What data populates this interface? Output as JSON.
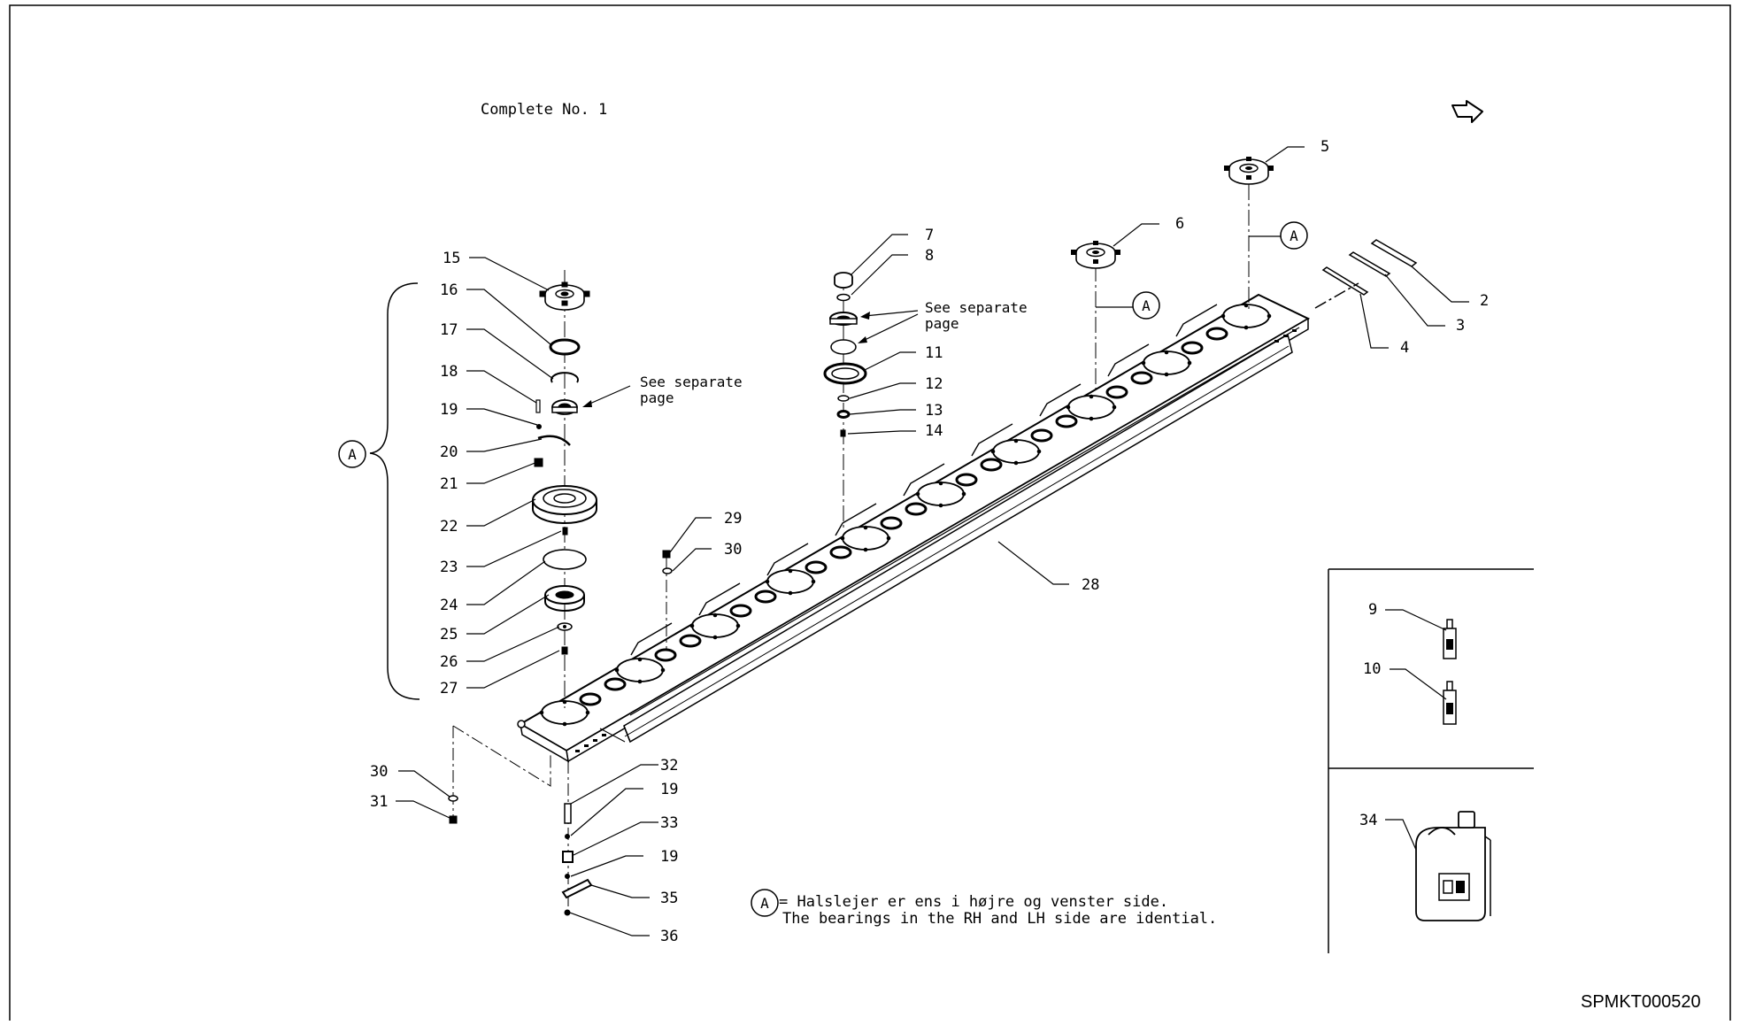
{
  "header": {
    "complete_label": "Complete No. 1",
    "drawing_code": "SPMKT000520"
  },
  "callouts": {
    "see_separate": [
      "See separate",
      "page"
    ],
    "assembly_marker": "A"
  },
  "note": {
    "marker": "A",
    "line_1": "= Halslejer er ens i højre og venster side.",
    "line_2": "The bearings in the RH and LH side are idential."
  },
  "part_numbers": {
    "p2": "2",
    "p3": "3",
    "p4": "4",
    "p5": "5",
    "p6": "6",
    "p7": "7",
    "p8": "8",
    "p9": "9",
    "p10": "10",
    "p11": "11",
    "p12": "12",
    "p13": "13",
    "p14": "14",
    "p15": "15",
    "p16": "16",
    "p17": "17",
    "p18": "18",
    "p19a": "19",
    "p20": "20",
    "p21": "21",
    "p22": "22",
    "p23": "23",
    "p24": "24",
    "p25": "25",
    "p26": "26",
    "p27": "27",
    "p28": "28",
    "p29": "29",
    "p30a": "30",
    "p30b": "30",
    "p31": "31",
    "p32": "32",
    "p19b": "19",
    "p33": "33",
    "p19c": "19",
    "p34": "34",
    "p35": "35",
    "p36": "36"
  },
  "icons": {
    "direction": "arrow-right-outline-icon",
    "container": "canister-icon",
    "bottle": "tube-bottle-icon"
  }
}
